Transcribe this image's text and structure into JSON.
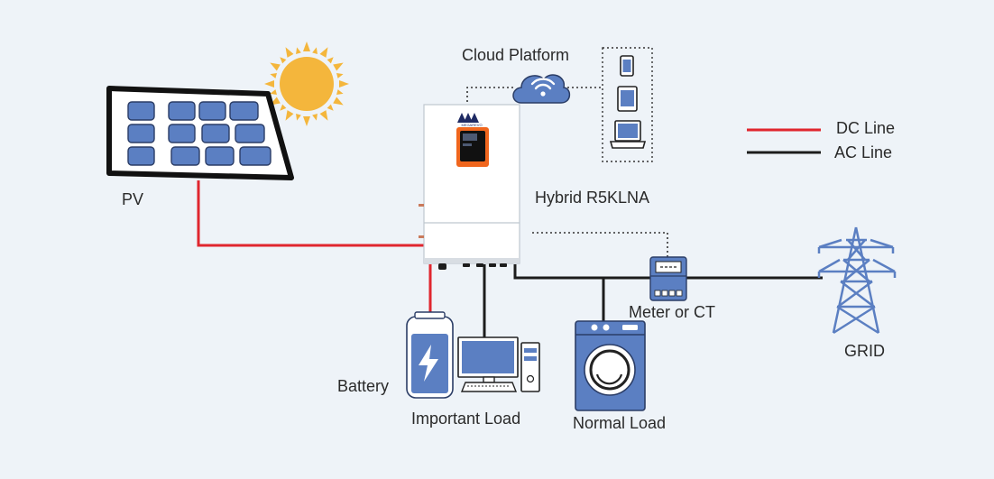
{
  "labels": {
    "cloud_platform": "Cloud Platform",
    "pv": "PV",
    "inverter": "Hybrid R5KLNA",
    "battery": "Battery",
    "important_load": "Important Load",
    "normal_load": "Normal Load",
    "meter": "Meter or CT",
    "grid": "GRID",
    "brand": "MEGAREVO"
  },
  "legend": [
    {
      "label": "DC Line",
      "color": "#e0262e"
    },
    {
      "label": "AC Line",
      "color": "#1c1c1c"
    }
  ],
  "colors": {
    "background": "#eef3f8",
    "dc_line": "#e0262e",
    "ac_line": "#1c1c1c",
    "device_blue": "#5b7fc2",
    "sun": "#f4b63c",
    "display_orange": "#f0661d"
  },
  "icons": [
    "sun-icon",
    "solar-panel-icon",
    "cloud-wifi-icon",
    "phone-icon",
    "tablet-icon",
    "laptop-icon",
    "inverter-icon",
    "battery-icon",
    "computer-icon",
    "washing-machine-icon",
    "meter-icon",
    "grid-tower-icon"
  ]
}
